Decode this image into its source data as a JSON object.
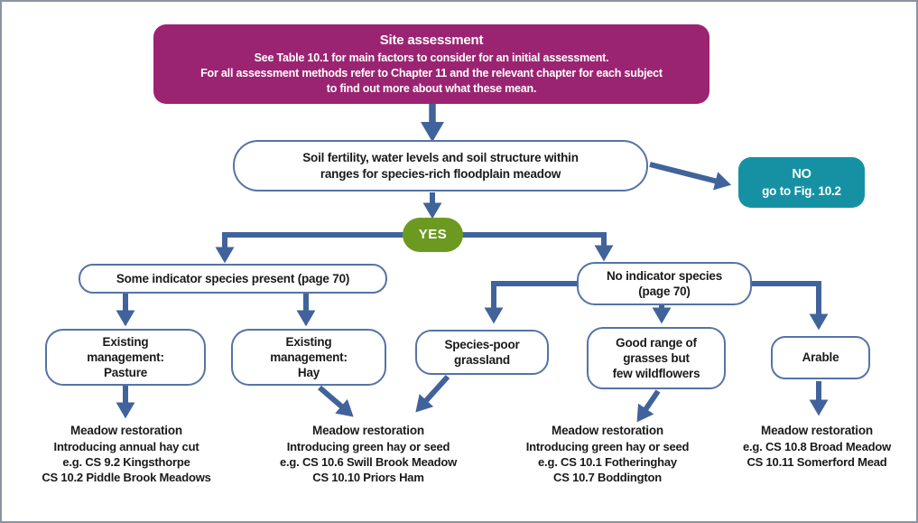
{
  "colors": {
    "purple": "#9B2472",
    "teal": "#1691A4",
    "green": "#6C9A21",
    "arrow": "#41639B",
    "node_border": "#5573A6",
    "frame_border": "#8A93A0"
  },
  "nodes": {
    "site_assessment": {
      "title": "Site assessment",
      "lines": [
        "See Table 10.1 for main factors to consider for an initial assessment.",
        "For all assessment methods refer to Chapter 11 and the relevant chapter for each subject",
        "to find out more about what these mean."
      ]
    },
    "soil_check": {
      "lines": [
        "Soil fertility, water levels and soil structure within",
        "ranges for species-rich floodplain meadow"
      ]
    },
    "no_branch": {
      "title": "NO",
      "subtitle": "go to Fig. 10.2"
    },
    "yes_label": "YES",
    "some_indicator": {
      "label": "Some indicator species present (page 70)"
    },
    "no_indicator": {
      "lines": [
        "No indicator species",
        "(page 70)"
      ]
    },
    "existing_pasture": {
      "lines": [
        "Existing",
        "management:",
        "Pasture"
      ]
    },
    "existing_hay": {
      "lines": [
        "Existing",
        "management:",
        "Hay"
      ]
    },
    "species_poor": {
      "lines": [
        "Species-poor",
        "grassland"
      ]
    },
    "good_range": {
      "lines": [
        "Good range of",
        "grasses but",
        "few wildflowers"
      ]
    },
    "arable": {
      "label": "Arable"
    }
  },
  "outcomes": [
    {
      "title": "Meadow restoration",
      "lines": [
        "Introducing annual hay cut",
        "e.g. CS 9.2 Kingsthorpe",
        "CS 10.2 Piddle Brook Meadows"
      ]
    },
    {
      "title": "Meadow restoration",
      "lines": [
        "Introducing green hay or seed",
        "e.g. CS 10.6 Swill Brook Meadow",
        "CS 10.10 Priors Ham"
      ]
    },
    {
      "title": "Meadow restoration",
      "lines": [
        "Introducing green hay or seed",
        "e.g. CS 10.1 Fotheringhay",
        "CS 10.7 Boddington"
      ]
    },
    {
      "title": "Meadow restoration",
      "lines": [
        "e.g. CS 10.8 Broad Meadow",
        "CS 10.11 Somerford Mead"
      ]
    }
  ]
}
